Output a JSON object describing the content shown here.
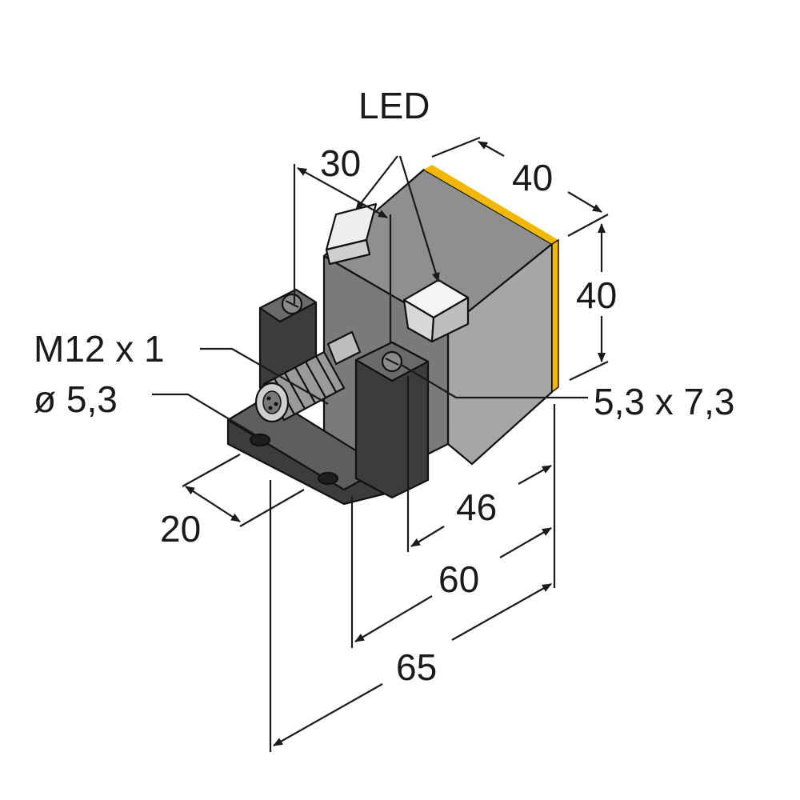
{
  "labels": {
    "led": "LED",
    "dim_30": "30",
    "dim_40_top": "40",
    "dim_40_side": "40",
    "thread": "M12 x 1",
    "diameter": "ø 5,3",
    "slot": "5,3 x 7,3",
    "dim_20": "20",
    "dim_46": "46",
    "dim_60": "60",
    "dim_65": "65"
  },
  "colors": {
    "body_top": "#8f8f8f",
    "body_front": "#a6a6a6",
    "body_side": "#7a7a7a",
    "bracket": "#3c3c3c",
    "bracket_light": "#5e5e5e",
    "sensing_face": "#f2b705",
    "led": "#eeeeee",
    "line": "#1a1a1a"
  }
}
